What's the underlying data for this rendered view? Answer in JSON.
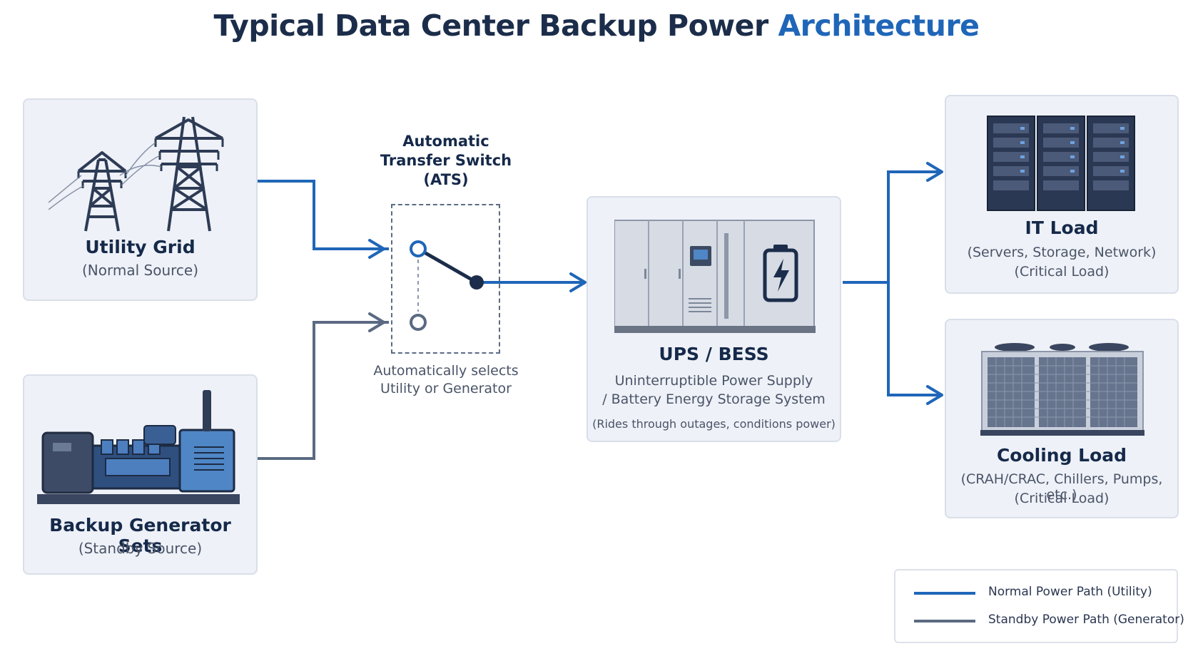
{
  "title": {
    "main": "Typical Data Center Backup Power ",
    "highlight": "Architecture"
  },
  "nodes": {
    "utility": {
      "name": "Utility Grid",
      "desc": "(Normal Source)"
    },
    "generator": {
      "name": "Backup Generator Sets",
      "desc": "(Standby Source)"
    },
    "ats": {
      "line1": "Automatic",
      "line2": "Transfer Switch",
      "line3": "(ATS)",
      "note1": "Automatically selects",
      "note2": "Utility or Generator"
    },
    "ups": {
      "name": "UPS / BESS",
      "desc1": "Uninterruptible Power Supply",
      "desc2": "/ Battery Energy Storage System",
      "desc3": "(Rides through outages, conditions power)"
    },
    "it_load": {
      "name": "IT Load",
      "desc1": "(Servers, Storage, Network)",
      "desc2": "(Critical Load)"
    },
    "cooling_load": {
      "name": "Cooling Load",
      "desc1": "(CRAH/CRAC, Chillers, Pumps, etc.)",
      "desc2": "(Critical Load)"
    }
  },
  "legend": [
    {
      "label": "Normal Power Path (Utility)",
      "color": "#1f66b8"
    },
    {
      "label": "Standby Power Path (Generator)",
      "color": "#5b6a82"
    }
  ],
  "colors": {
    "normal": "#1f66b8",
    "standby": "#5b6a82",
    "card_bg": "#eef1f7",
    "title": "#1b2d4a",
    "accent": "#1f66b8"
  },
  "icons": [
    "transmission-tower-icon",
    "generator-icon",
    "ups-cabinet-icon",
    "battery-icon",
    "server-rack-icon",
    "cooling-unit-icon"
  ]
}
